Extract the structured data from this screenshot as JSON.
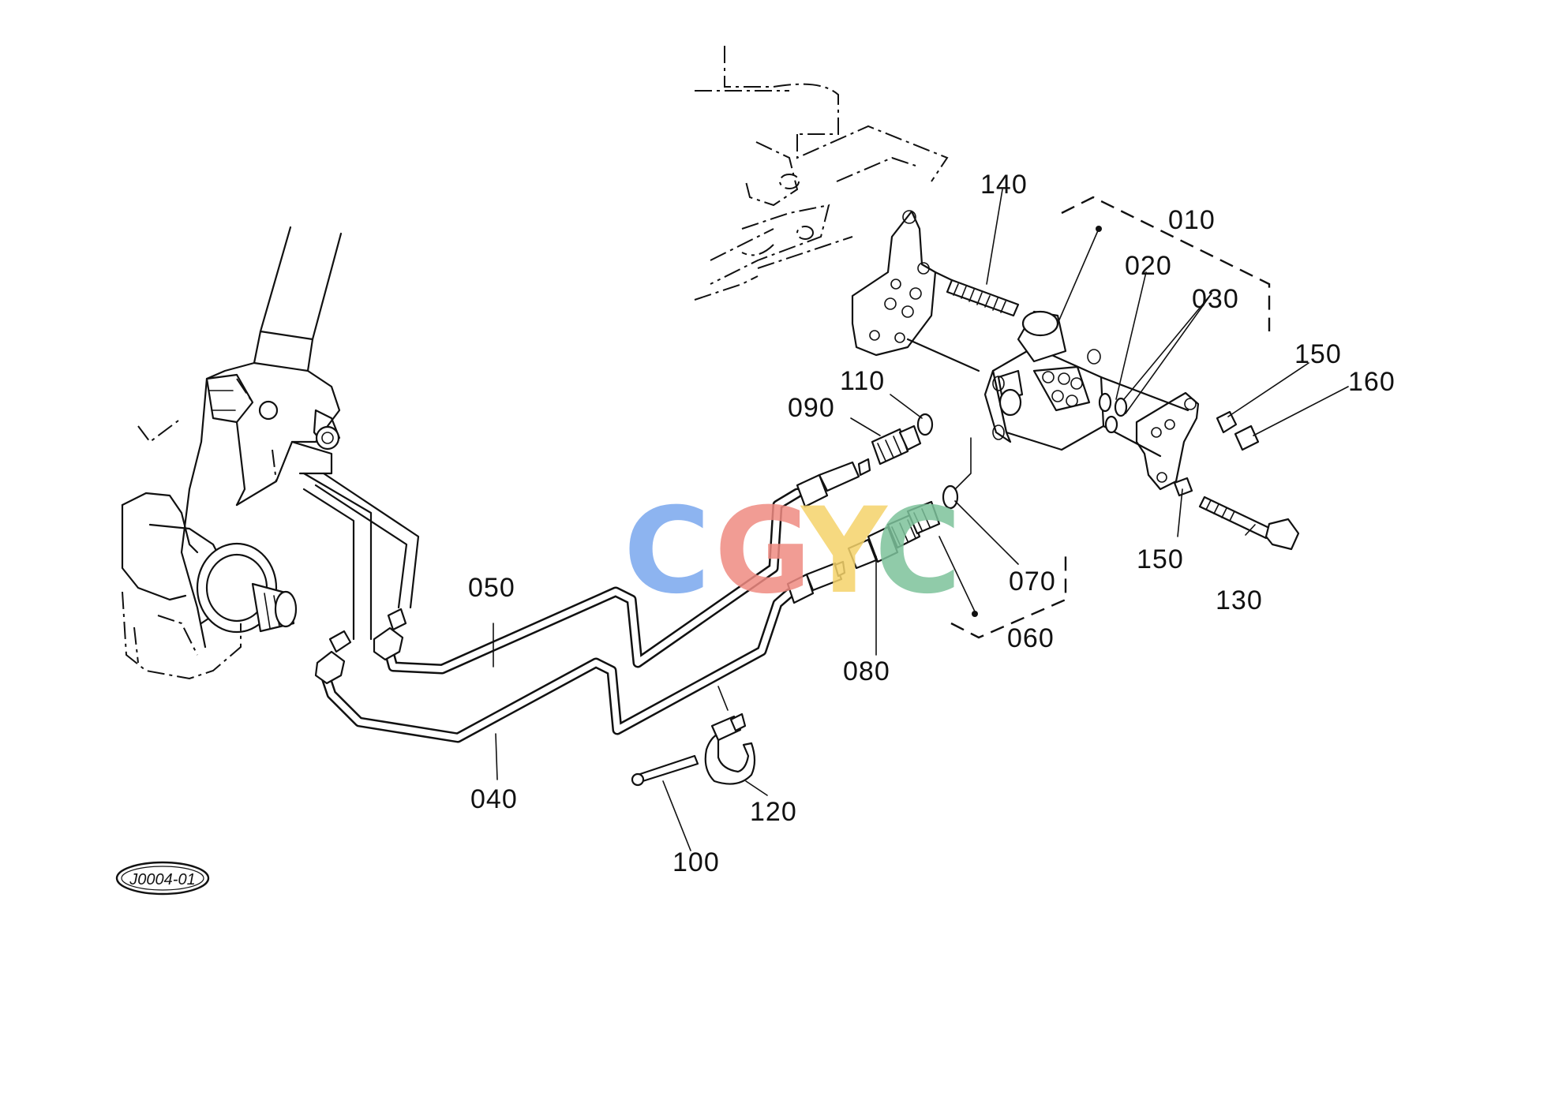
{
  "parts": [
    {
      "id": "010",
      "label": "010"
    },
    {
      "id": "020",
      "label": "020"
    },
    {
      "id": "030",
      "label": "030"
    },
    {
      "id": "040",
      "label": "040"
    },
    {
      "id": "050",
      "label": "050"
    },
    {
      "id": "060",
      "label": "060"
    },
    {
      "id": "070",
      "label": "070"
    },
    {
      "id": "080",
      "label": "080"
    },
    {
      "id": "090",
      "label": "090"
    },
    {
      "id": "100",
      "label": "100"
    },
    {
      "id": "110",
      "label": "110"
    },
    {
      "id": "120",
      "label": "120"
    },
    {
      "id": "130",
      "label": "130"
    },
    {
      "id": "140",
      "label": "140"
    },
    {
      "id": "150a",
      "label": "150"
    },
    {
      "id": "150b",
      "label": "150"
    },
    {
      "id": "160",
      "label": "160"
    }
  ],
  "diagram_code": "J0004-01",
  "watermark": {
    "letters": [
      "C",
      "G",
      "Y",
      "C"
    ],
    "colors": [
      "#7aa7ee",
      "#ef8b82",
      "#f5d36b",
      "#7dc29b"
    ]
  }
}
